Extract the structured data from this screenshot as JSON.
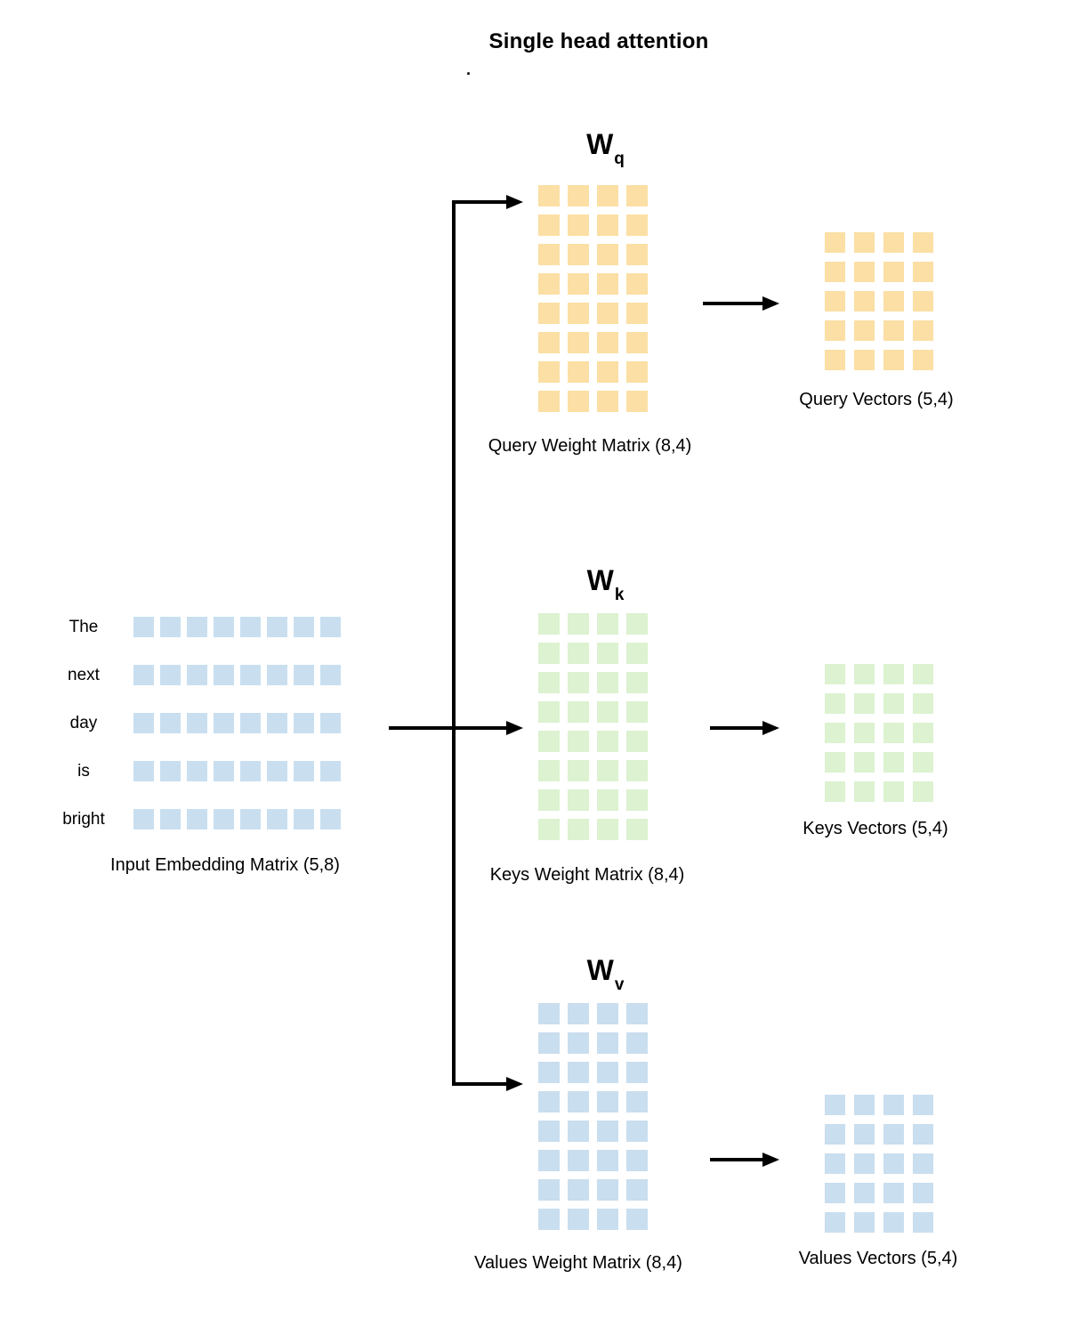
{
  "title": "Single head attention",
  "stray_mark": ".",
  "colors": {
    "query": "#FBDFA4",
    "keys": "#DCF2D0",
    "values": "#C9DEEF",
    "input": "#C9DFF0",
    "arrow": "#000000"
  },
  "input": {
    "words": [
      "The",
      "next",
      "day",
      "is",
      "bright"
    ],
    "label": "Input Embedding Matrix (5,8)",
    "grid": {
      "rows": 5,
      "cols": 8,
      "color": "input"
    }
  },
  "query": {
    "weight": {
      "symbol": "W",
      "subscript": "q",
      "label": "Query Weight Matrix (8,4)",
      "grid": {
        "rows": 8,
        "cols": 4,
        "color": "query"
      }
    },
    "vectors": {
      "label": "Query Vectors (5,4)",
      "grid": {
        "rows": 5,
        "cols": 4,
        "color": "query"
      }
    }
  },
  "keys": {
    "weight": {
      "symbol": "W",
      "subscript": "k",
      "label": "Keys Weight Matrix (8,4)",
      "grid": {
        "rows": 8,
        "cols": 4,
        "color": "keys"
      }
    },
    "vectors": {
      "label": "Keys Vectors (5,4)",
      "grid": {
        "rows": 5,
        "cols": 4,
        "color": "keys"
      }
    }
  },
  "values": {
    "weight": {
      "symbol": "W",
      "subscript": "v",
      "label": "Values Weight Matrix (8,4)",
      "grid": {
        "rows": 8,
        "cols": 4,
        "color": "values"
      }
    },
    "vectors": {
      "label": "Values Vectors (5,4)",
      "grid": {
        "rows": 5,
        "cols": 4,
        "color": "values"
      }
    }
  }
}
